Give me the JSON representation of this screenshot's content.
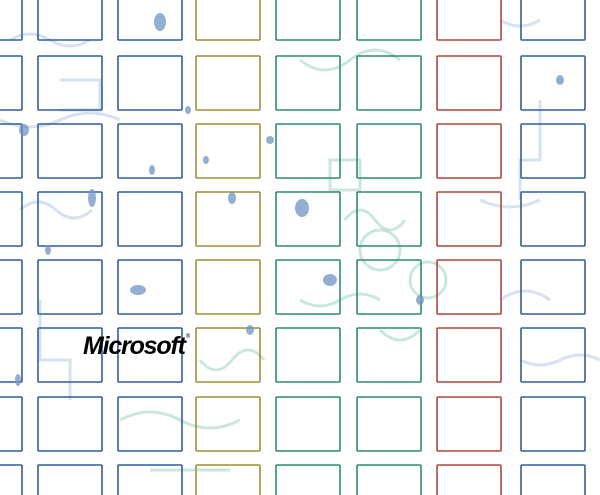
{
  "brand": {
    "logo_text": "Microsoft",
    "trademark_mark": "®"
  },
  "colors": {
    "background": "#ffffff",
    "tile_blue": "#2f5f9a",
    "tile_olive": "#9c8f3a",
    "tile_green": "#2f8a6e",
    "tile_red": "#b0463f",
    "splash_blue": "#6f93c4",
    "circuit_mint": "#b9ddd0",
    "circuit_blue": "#c8d8ea"
  },
  "decorations": {
    "tile_columns": [
      "blue",
      "blue",
      "blue",
      "olive",
      "green",
      "green",
      "red",
      "blue"
    ],
    "tile_row_count": 8
  }
}
